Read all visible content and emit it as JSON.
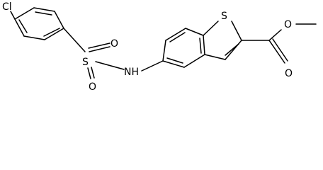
{
  "molecule": {
    "atoms": {
      "cl": "Cl",
      "s_sulfonyl": "S",
      "o_sulfonyl_top": "O",
      "o_sulfonyl_bottom": "O",
      "nh": "NH",
      "s_thiophene": "S",
      "o_carbonyl": "O",
      "o_ester": "O"
    },
    "colors": {
      "ink": "#000000",
      "background": "#ffffff"
    }
  }
}
